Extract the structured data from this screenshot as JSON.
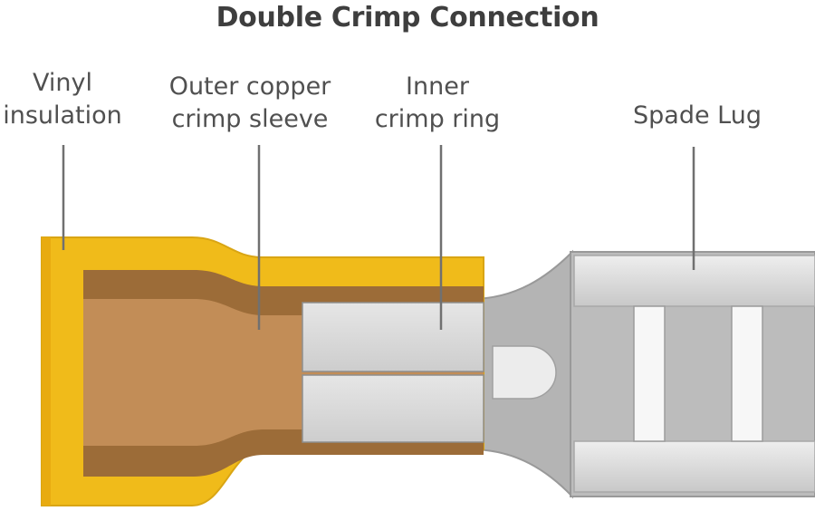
{
  "title": "Double Crimp Connection",
  "labels": {
    "vinyl_insulation": [
      "Vinyl",
      "insulation"
    ],
    "outer_sleeve": [
      "Outer copper",
      "crimp sleeve"
    ],
    "inner_ring": [
      "Inner",
      "crimp ring"
    ],
    "spade_lug": "Spade Lug"
  },
  "colors": {
    "vinyl": "#f0bb1a",
    "copper_dark": "#9a6a36",
    "copper": "#c28d57",
    "metal": "#b8b8b8",
    "metal_light": "#e2e2e2",
    "leader": "#707070"
  }
}
